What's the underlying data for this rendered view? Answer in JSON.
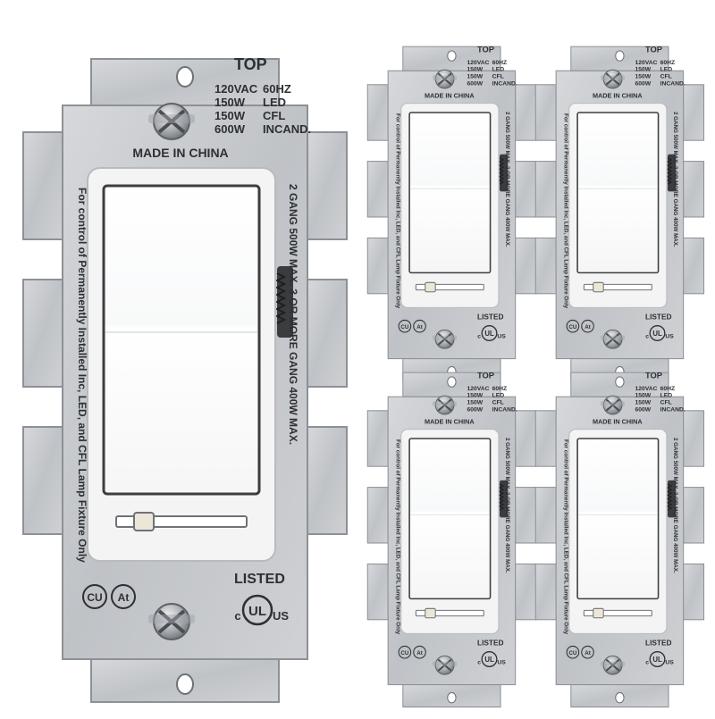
{
  "product": {
    "top_label": "TOP",
    "ratings": [
      {
        "value": "120VAC",
        "unit": "60HZ"
      },
      {
        "value": "150W",
        "unit": "LED"
      },
      {
        "value": "150W",
        "unit": "CFL"
      },
      {
        "value": "600W",
        "unit": "INCAND."
      }
    ],
    "made_in": "MADE IN CHINA",
    "left_text": "For control of Permanently Installed Inc, LED, and CFL Lamp Fixture Only",
    "right_text": "2 GANG 500W MAX. 3 OR MORE GANG 400W MAX.",
    "cert_cu": "CU",
    "cert_at": "At",
    "listed": "LISTED",
    "ul_c": "c",
    "ul_mark": "UL",
    "ul_us": "US"
  },
  "units": [
    {
      "name": "large"
    },
    {
      "name": "small-top-left"
    },
    {
      "name": "small-top-right"
    },
    {
      "name": "small-bottom-left"
    },
    {
      "name": "small-bottom-right"
    }
  ],
  "colors": {
    "metal": "#c5c8cc",
    "metal_edge": "#8d9196",
    "rocker": "#ffffff",
    "frame": "#f4f4f4",
    "text": "#2d2f33",
    "slider_knob": "#ece6d6"
  }
}
